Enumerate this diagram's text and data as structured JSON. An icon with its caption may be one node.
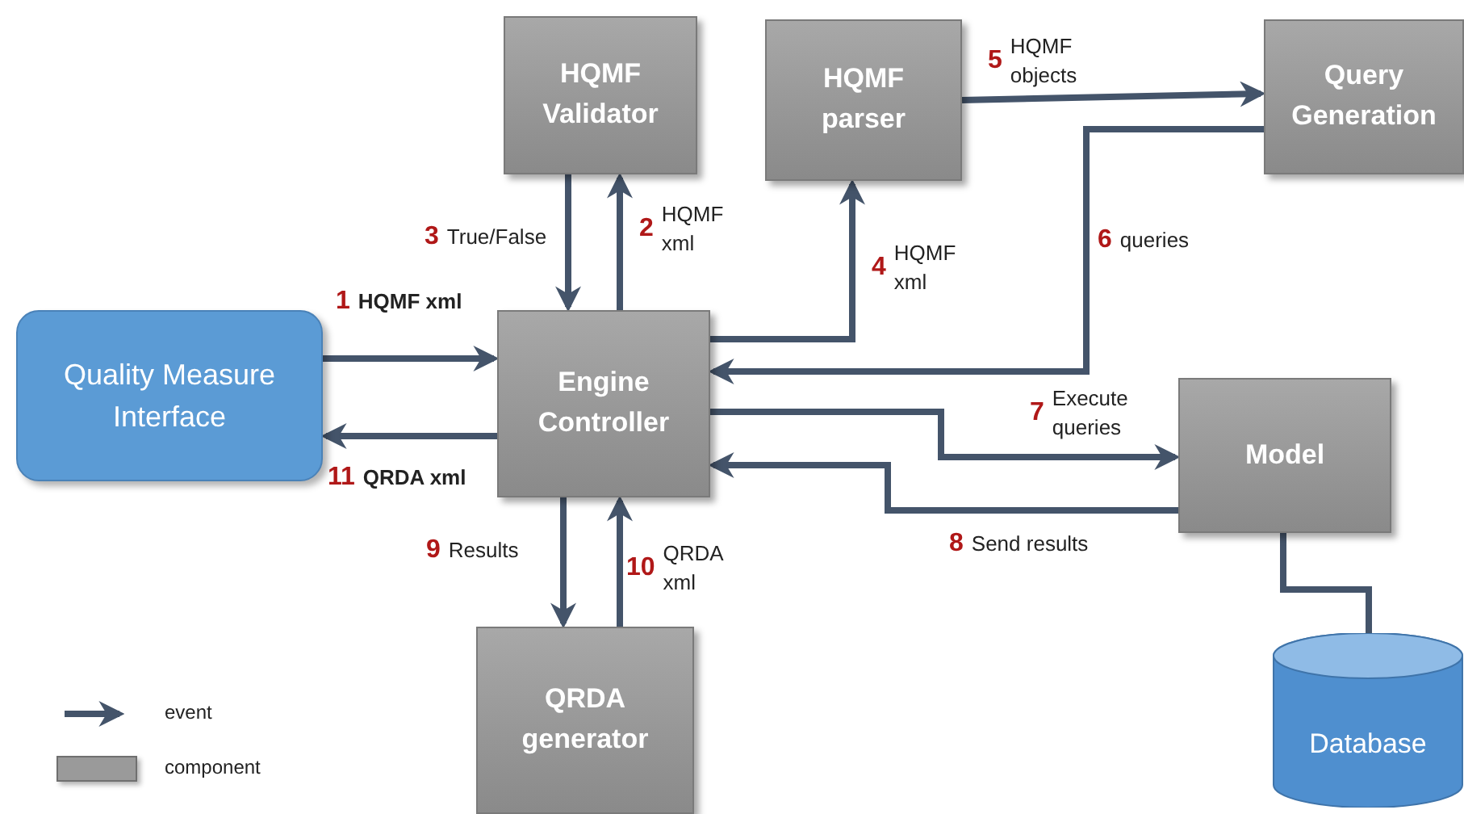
{
  "diagram": {
    "nodes": [
      {
        "text": [
          "HQMF Validator"
        ]
      },
      {
        "text": [
          "HQMF parser"
        ]
      },
      {
        "text": [
          "Query Generation"
        ]
      },
      {
        "text": [
          "Quality Measure Interface"
        ]
      },
      {
        "text": [
          "Engine Controller"
        ]
      },
      {
        "text": [
          "Model"
        ]
      },
      {
        "text": [
          "QRDA generator"
        ]
      },
      {
        "text": [
          "Database"
        ]
      }
    ],
    "edges": [
      {
        "from": 4,
        "to": 0,
        "arrow": "to",
        "label": "2 HQMF xml"
      },
      {
        "from": 0,
        "to": 4,
        "arrow": "to",
        "label": "3 True/False"
      },
      {
        "from": 3,
        "to": 4,
        "arrow": "to",
        "label": "1 **HQMF xml**"
      },
      {
        "from": 4,
        "to": 3,
        "arrow": "to",
        "label": "11 **QRDA xml**"
      },
      {
        "from": 4,
        "to": 1,
        "arrow": "to",
        "label": "4 HQMF xml"
      },
      {
        "from": 1,
        "to": 2,
        "arrow": "to",
        "label": "5 HQMF objects"
      },
      {
        "from": 2,
        "to": 4,
        "arrow": "to",
        "label": "6 queries"
      },
      {
        "from": 4,
        "to": 5,
        "arrow": "to",
        "label": "7 Execute queries"
      },
      {
        "from": 5,
        "to": 4,
        "arrow": "to",
        "label": "8 Send results"
      },
      {
        "from": 4,
        "to": 6,
        "arrow": "to",
        "label": "9 Results"
      },
      {
        "from": 6,
        "to": 4,
        "arrow": "to",
        "label": "10 QRDA xml"
      },
      {
        "from": 5,
        "to": 7,
        "arrow": "none"
      }
    ],
    "legend": [
      {
        "text": "event"
      },
      {
        "text": "component",
        "color": "#9a9a9a"
      }
    ]
  }
}
